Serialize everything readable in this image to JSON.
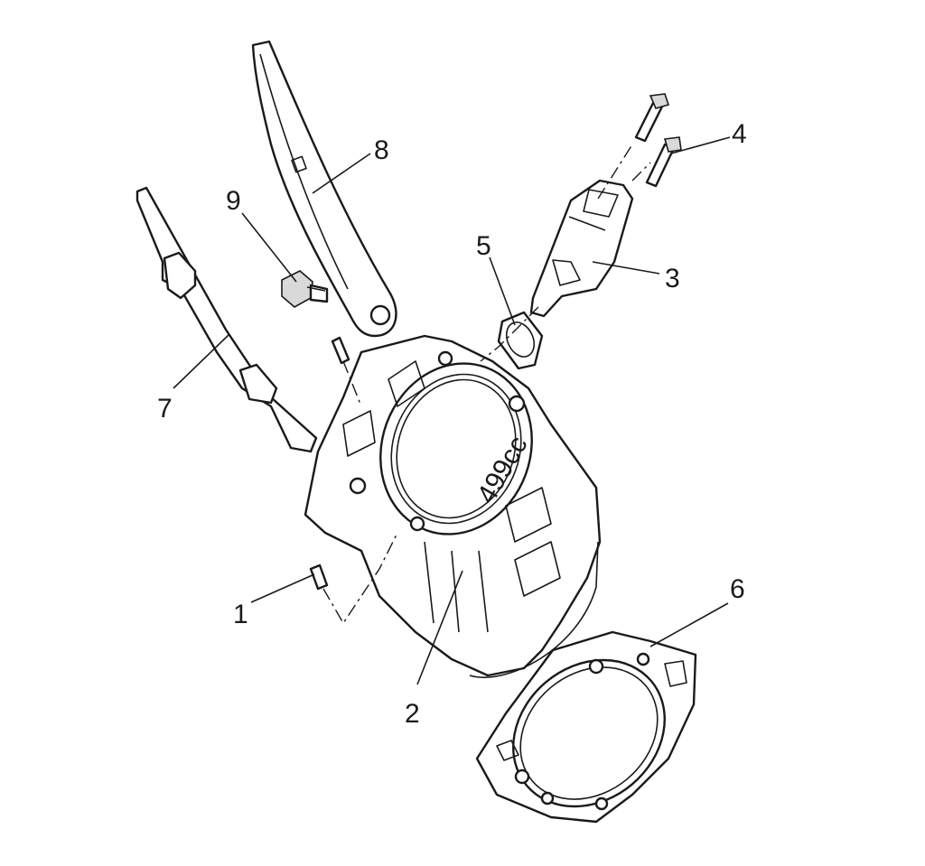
{
  "callouts": {
    "c1": "1",
    "c2": "2",
    "c3": "3",
    "c4": "4",
    "c5": "5",
    "c6": "6",
    "c7": "7",
    "c8": "8",
    "c9": "9"
  },
  "cylinder_marking": "499cc"
}
